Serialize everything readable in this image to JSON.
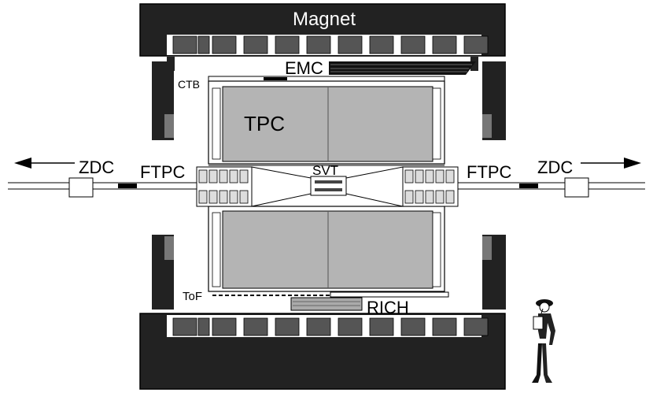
{
  "labels": {
    "magnet": "Magnet",
    "emc": "EMC",
    "ctb": "CTB",
    "tpc": "TPC",
    "svt": "SVT",
    "ftpc_left": "FTPC",
    "ftpc_right": "FTPC",
    "zdc_left": "ZDC",
    "zdc_right": "ZDC",
    "tof": "ToF",
    "rich": "RICH"
  },
  "colors": {
    "magnet": "#222222",
    "magnet_segment": "#555555",
    "tpc_fill": "#b4b4b4",
    "line": "#000000",
    "background": "#ffffff"
  },
  "icons": {
    "person": "person-figure-icon"
  }
}
